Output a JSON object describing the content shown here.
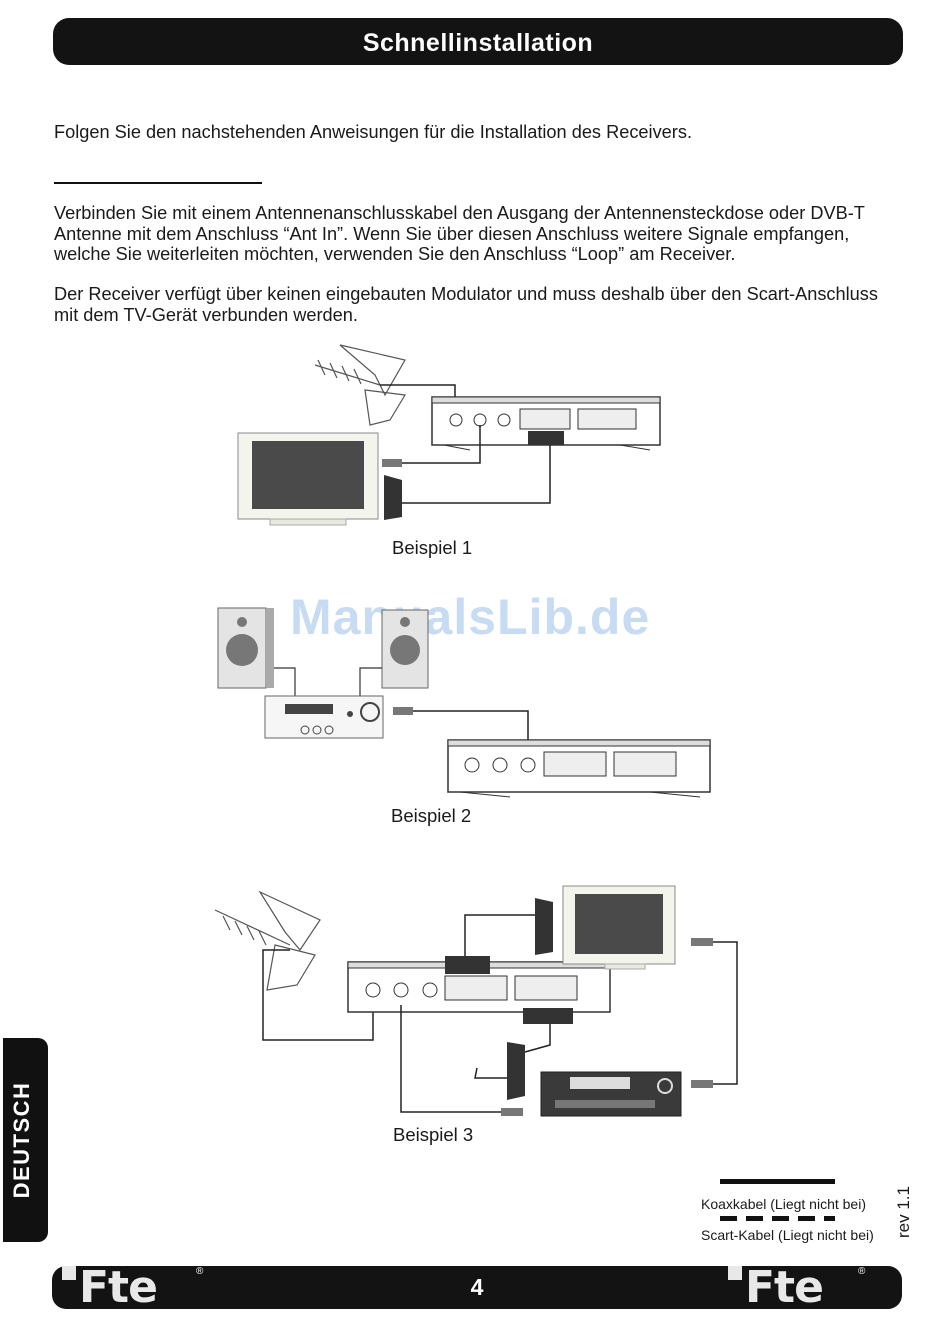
{
  "header": {
    "title": "Schnellinstallation"
  },
  "intro": "Folgen Sie den nachstehenden Anweisungen für die Installation des Receivers.",
  "paragraph1": "Verbinden Sie mit einem Antennenanschlusskabel den Ausgang der Antennensteckdose oder DVB-T Antenne mit dem Anschluss “Ant In”. Wenn Sie über diesen Anschluss weitere Signale empfangen, welche Sie weiterleiten möchten, verwenden Sie den Anschluss “Loop” am Receiver.",
  "paragraph2": "Der Receiver verfügt über keinen eingebauten Modulator und muss deshalb über den Scart-Anschluss mit dem TV-Gerät verbunden werden.",
  "examples": {
    "ex1": "Beispiel 1",
    "ex2": "Beispiel 2",
    "ex3": "Beispiel 3"
  },
  "watermark": "ManualsLib.de",
  "sidebar": {
    "language": "DEUTSCH"
  },
  "legend": {
    "coax": "Koaxkabel (Liegt nicht bei)",
    "scart": "Scart-Kabel (Liegt nicht bei)"
  },
  "revision": "rev 1.1",
  "footer": {
    "page_number": "4",
    "logo_text": "Fte",
    "registered": "®"
  },
  "icons": [
    "antenna-icon",
    "receiver-icon",
    "tv-icon",
    "scart-plug-icon",
    "speaker-icon",
    "amplifier-icon",
    "vcr-icon",
    "rca-plug-icon"
  ]
}
